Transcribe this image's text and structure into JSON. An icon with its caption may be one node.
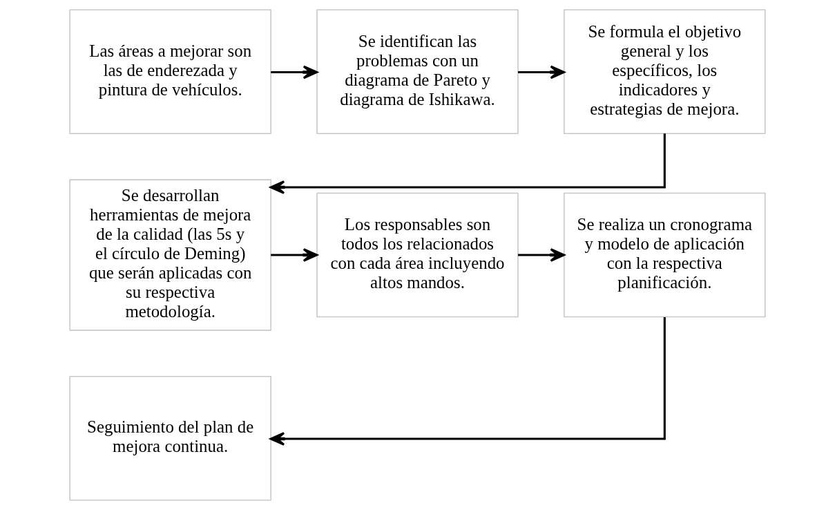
{
  "diagram": {
    "nodes": [
      {
        "text": [
          "Las áreas a mejorar son las de enderezada y pintura de vehículos."
        ]
      },
      {
        "text": [
          "Se identifican las problemas con un diagrama de Pareto y diagrama de Ishikawa."
        ]
      },
      {
        "text": [
          "Se formula el objetivo general y los específicos, los indicadores y estrategias de mejora."
        ]
      },
      {
        "text": [
          "Se desarrollan herramientas de mejora de la calidad (las 5s y el círculo de Deming) que serán aplicadas con su respectiva metodología."
        ]
      },
      {
        "text": [
          "Los responsables son todos los relacionados con cada área incluyendo altos mandos."
        ]
      },
      {
        "text": [
          "Se realiza un cronograma y modelo de aplicación con la respectiva planificación."
        ]
      },
      {
        "text": [
          "Seguimiento del plan de mejora continua."
        ]
      }
    ],
    "edges": [
      {
        "from": 0,
        "to": 1,
        "arrow": "to"
      },
      {
        "from": 1,
        "to": 2,
        "arrow": "to"
      },
      {
        "from": 2,
        "to": 3,
        "arrow": "to"
      },
      {
        "from": 3,
        "to": 4,
        "arrow": "to"
      },
      {
        "from": 4,
        "to": 5,
        "arrow": "to"
      },
      {
        "from": 5,
        "to": 6,
        "arrow": "to"
      }
    ]
  }
}
